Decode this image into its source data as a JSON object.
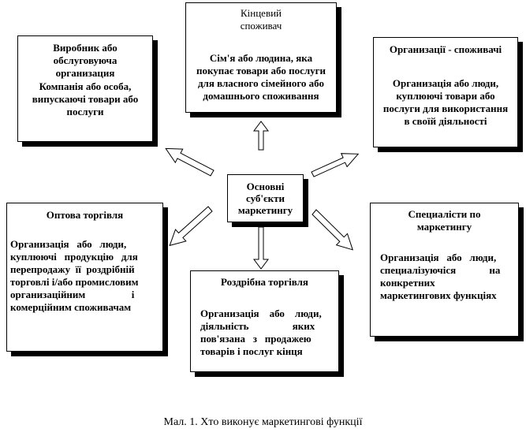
{
  "center": {
    "lines": [
      "Основні",
      "суб'єкти",
      "маркетингу"
    ]
  },
  "boxes": {
    "producer": {
      "title": [
        "Виробник або",
        "обслуговуюча",
        "организация"
      ],
      "body": [
        "Компанія або особа,",
        "випускаючі товари або",
        "послуги"
      ]
    },
    "consumer": {
      "title": [
        "Кінцевий",
        "споживач"
      ],
      "body": [
        "Сім'я або людина,  яка",
        "покупає товари або послуги",
        "для власного сімейного або",
        "домашнього споживання"
      ]
    },
    "org_consumers": {
      "title": "Организації - споживачі",
      "body": [
        "Организація або люди,",
        "куплюючі товари або",
        "послуги для використання",
        "в своїй діяльності"
      ]
    },
    "wholesale": {
      "title": "Оптова торгівля",
      "body": [
        "Организація   або   люди,",
        "куплюючі   продукцію   для",
        "перепродажу  її  роздрібній",
        "торговлі і/або промисловим",
        "организаційним                  і",
        "комерційним споживачам"
      ]
    },
    "retail": {
      "title": "Роздрібна торгівля",
      "body": [
        "Организація    або    люди,",
        "діяльність                 яких",
        "пов'язана   з   продажею",
        "товарів і послуг кінця"
      ]
    },
    "specialists": {
      "title": [
        "Специалісти по",
        "маркетингу"
      ],
      "body": [
        "Организація   або   люди,",
        "специалізуючіся             на",
        "конкретних",
        "маркетингових функціях"
      ]
    }
  },
  "caption": "Мал. 1. Хто виконує маркетингові функції"
}
